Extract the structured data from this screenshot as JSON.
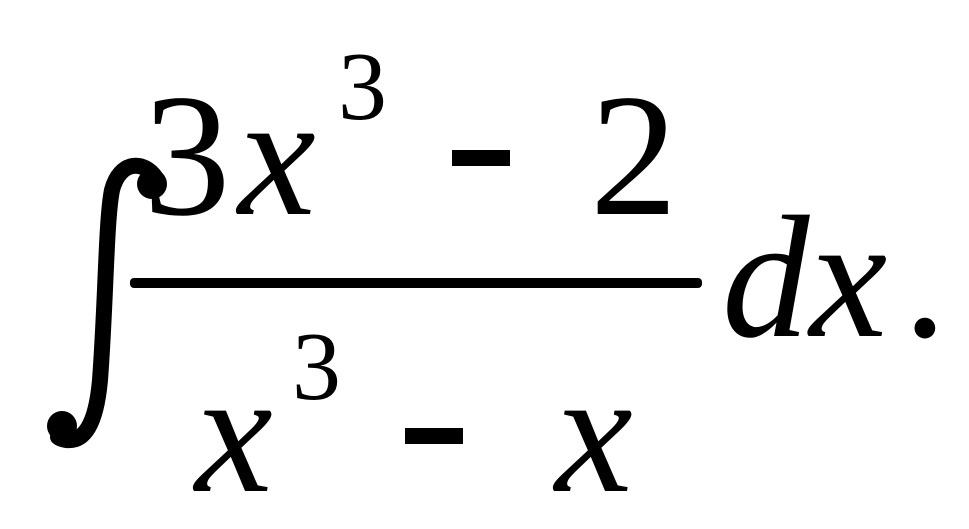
{
  "formula": {
    "numerator": {
      "coefficient": "3",
      "variable": "x",
      "exponent": "3",
      "operator": "-",
      "constant": "2"
    },
    "denominator": {
      "variable_1": "x",
      "exponent": "3",
      "operator": "-",
      "variable_2": "x"
    },
    "differential": "dx",
    "terminator": "."
  }
}
